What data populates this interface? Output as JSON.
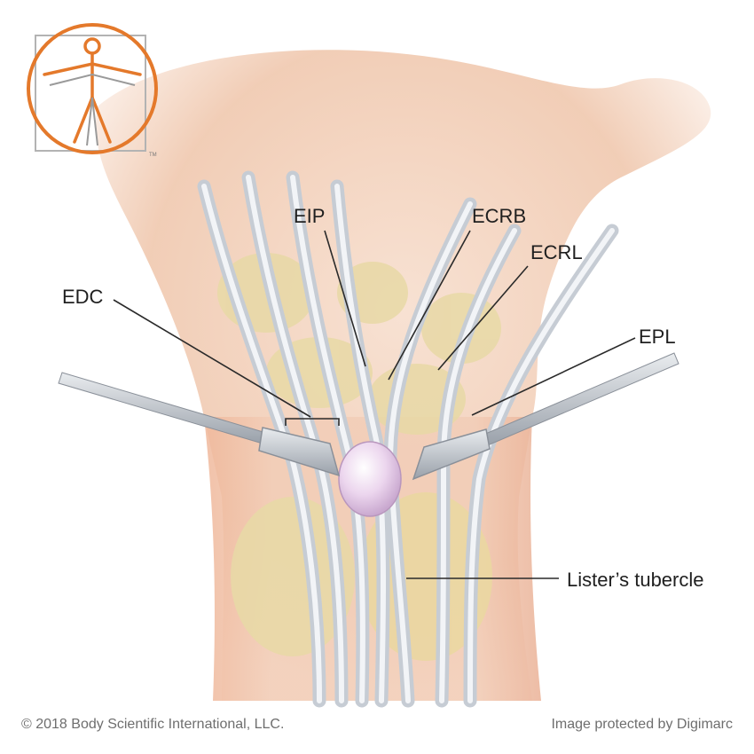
{
  "labels": {
    "eip": "EIP",
    "ecrb": "ECRB",
    "ecrl": "ECRL",
    "edc": "EDC",
    "epl": "EPL",
    "lister": "Lister’s tubercle"
  },
  "logo": {
    "trademark": "TM",
    "color": "#e4792b"
  },
  "footer": {
    "copyright": "© 2018 Body Scientific International, LLC.",
    "protection": "Image protected by Digimarc"
  },
  "colors": {
    "skin": "#f3d2bd",
    "tendon": "#dfe3e8",
    "bone": "#e8d9a6",
    "ganglion": "#e8d2ea",
    "retractor": "#b9bec6",
    "leader": "#2a2a2a"
  }
}
